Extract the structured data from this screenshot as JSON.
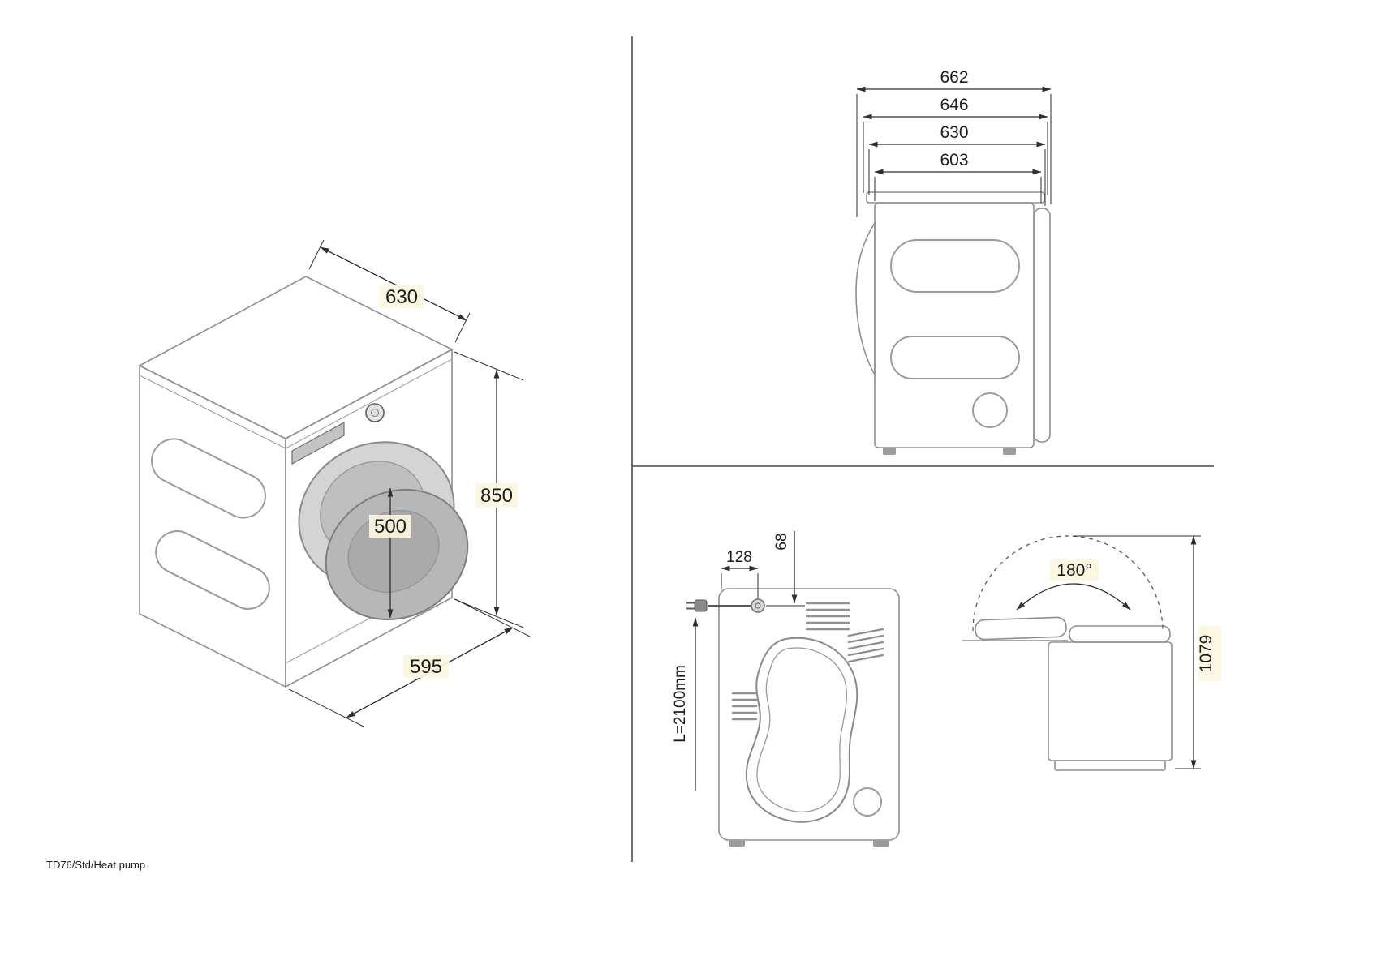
{
  "footer": {
    "model_label": "TD76/Std/Heat pump"
  },
  "isometric_view": {
    "depth_label": "630",
    "height_label": "850",
    "door_diameter_label": "500",
    "width_label": "595"
  },
  "side_view": {
    "dims": [
      "662",
      "646",
      "630",
      "603"
    ]
  },
  "rear_view": {
    "plug_offset_label": "128",
    "plug_drop_label": "68",
    "cable_length_label": "L=2100mm"
  },
  "open_lid_view": {
    "angle_label": "180°",
    "open_height_label": "1079"
  }
}
